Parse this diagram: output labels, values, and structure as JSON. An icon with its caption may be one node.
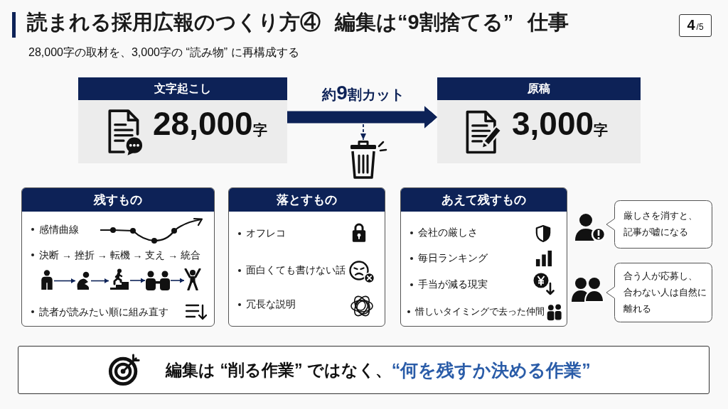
{
  "diagram": {
    "title": "読まれる採用広報のつくり方④ 編集は“9割捨てる” 仕事",
    "nodes": [
      {
        "text": [
          "4",
          "/5"
        ]
      },
      {
        "text": [
          "文字起こし",
          "28,000字"
        ]
      },
      {
        "text": [],
        "shape": "picture"
      },
      {
        "text": [
          "原稿",
          "3,000字"
        ]
      },
      {
        "text": [
          "残すもの",
          "感情曲線",
          "決断 → 挫折 → 転機 → 支え → 統合",
          "読者が読みたい順に組み直す"
        ]
      },
      {
        "text": [],
        "shape": "person",
        "in": 4
      },
      {
        "text": [],
        "shape": "person",
        "in": 4
      },
      {
        "text": [],
        "shape": "person",
        "in": 4
      },
      {
        "text": [],
        "shape": "person",
        "in": 4
      },
      {
        "text": [],
        "shape": "person",
        "in": 4
      },
      {
        "text": [
          "落とすもの",
          "オフレコ",
          "面白くても書けない話",
          "冗長な説明"
        ]
      },
      {
        "text": [
          "あえて残すもの",
          "会社の厳しさ",
          "毎日ランキング",
          "手当が減る現実",
          "惜しいタイミングで去った仲間"
        ]
      },
      {
        "text": [
          "厳しさを消すと、記事が嘘になる"
        ]
      },
      {
        "text": [
          "合う人が応募し、合わない人は自然に離れる"
        ]
      },
      {
        "text": [
          "編集は “削る作業” ではなく、",
          "“何を残すか決める作業”"
        ]
      }
    ],
    "edges": [
      {
        "from": 1,
        "to": 3,
        "arrow": "to",
        "label": "約9割カット",
        "style": "thick"
      },
      {
        "from": null,
        "to": 2,
        "arrow": "to",
        "style": "dashed"
      },
      {
        "from": 5,
        "to": 6,
        "arrow": "to"
      },
      {
        "from": 6,
        "to": 7,
        "arrow": "to"
      },
      {
        "from": 7,
        "to": 8,
        "arrow": "to"
      },
      {
        "from": 8,
        "to": 9,
        "arrow": "to"
      }
    ],
    "labels": [
      "28,000字の取材を、3,000字の “読み物” に再構成する"
    ]
  }
}
